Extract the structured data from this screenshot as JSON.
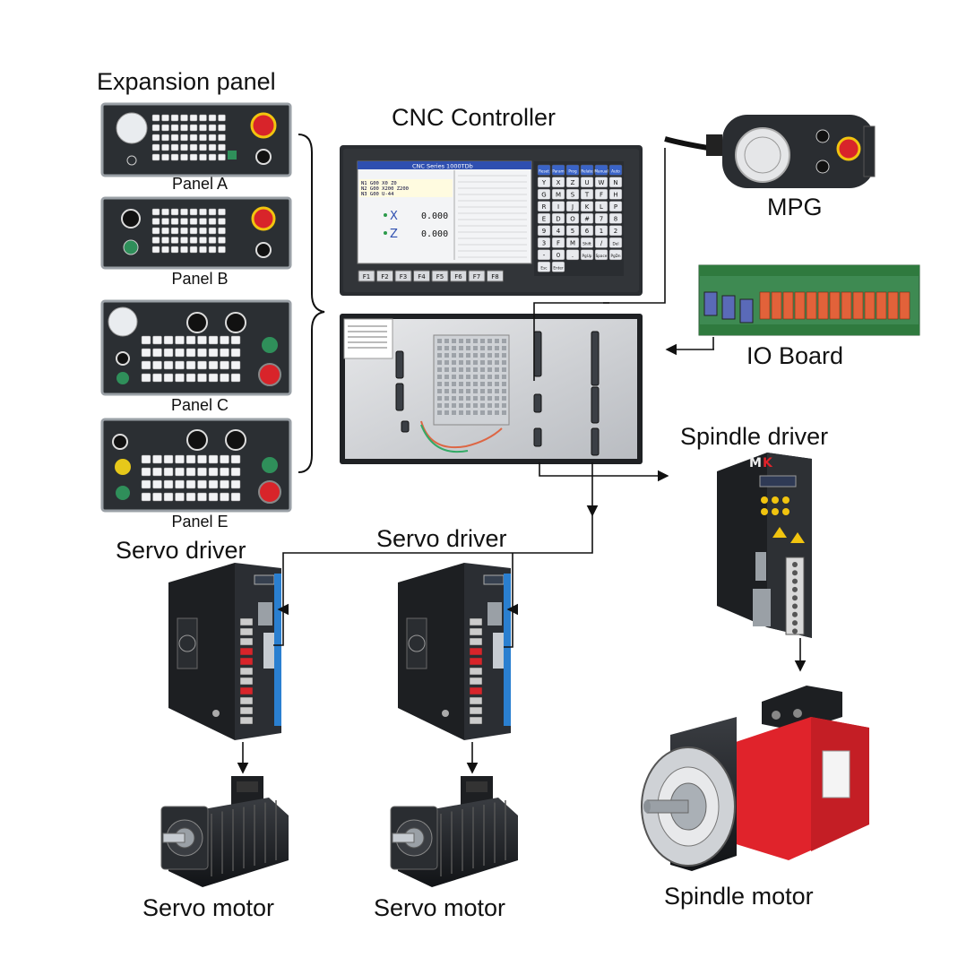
{
  "labels": {
    "expansion_panel": "Expansion panel",
    "panel_a": "Panel A",
    "panel_b": "Panel B",
    "panel_c": "Panel C",
    "panel_e": "Panel E",
    "cnc_controller": "CNC Controller",
    "mpg": "MPG",
    "io_board": "IO Board",
    "spindle_driver": "Spindle driver",
    "servo_driver_1": "Servo driver",
    "servo_driver_2": "Servo driver",
    "servo_motor_1": "Servo motor",
    "servo_motor_2": "Servo motor",
    "spindle_motor": "Spindle motor"
  },
  "screen": {
    "title": "CNC Series 1000TDb",
    "program_lines": [
      "N1 G00 X0 Z0",
      "N2 G00 X200 Z200",
      "N3 G00 U-44"
    ],
    "axes": [
      {
        "name": "X",
        "value": "0.000"
      },
      {
        "name": "Z",
        "value": "0.000"
      }
    ],
    "softkeys": [
      "F1",
      "F2",
      "F3",
      "F4",
      "F5",
      "F6",
      "F7",
      "F8"
    ]
  },
  "keypad_keys": [
    "Reset",
    "Param",
    "Prog",
    "Relate",
    "Manual",
    "Auto",
    "Y",
    "X",
    "Z",
    "U",
    "W",
    "N",
    "G",
    "M",
    "S",
    "T",
    "F",
    "H",
    "R",
    "I",
    "J",
    "K",
    "L",
    "P",
    "E",
    "D",
    "O",
    "#",
    "7",
    "8",
    "9",
    "4",
    "5",
    "6",
    "1",
    "2",
    "3",
    "F",
    "M",
    "Shift",
    "/",
    "Del",
    "-",
    "0",
    ".",
    "PgUp",
    "Space",
    "PgDn",
    "Esc",
    "Enter"
  ],
  "colors": {
    "panel_dark": "#2b2f33",
    "estop_red": "#d8242a",
    "spindle_red": "#e0232b",
    "green_button": "#2f8f5a",
    "screen_blue": "#2f4fb0",
    "io_board_green": "#3e8a52",
    "driver_black": "#1d1f22",
    "link_line": "#111111"
  }
}
